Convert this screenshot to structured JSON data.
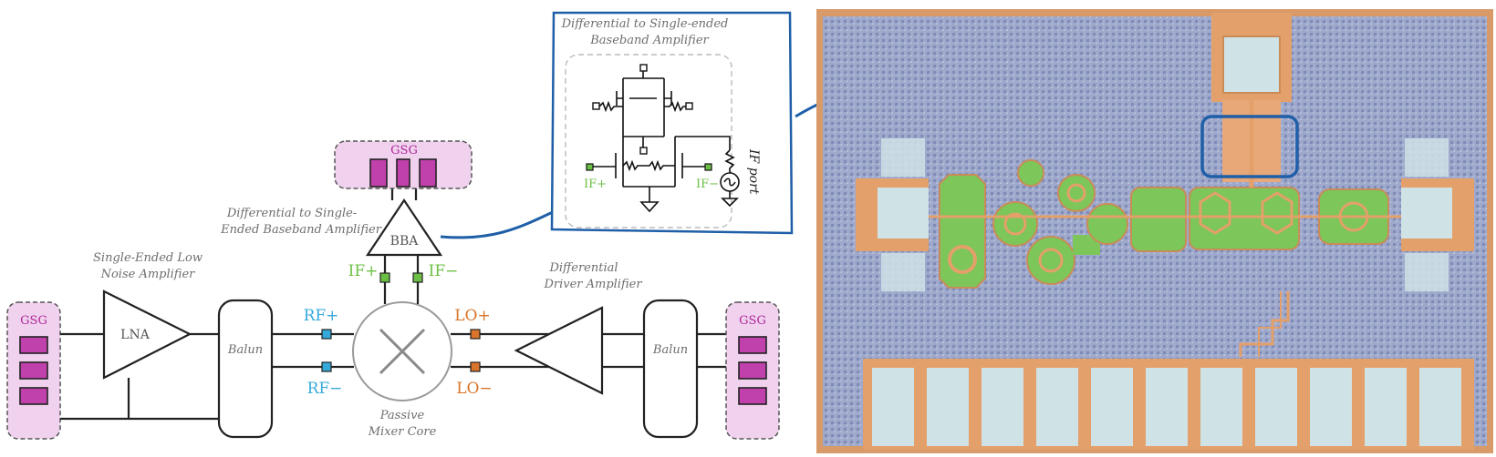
{
  "labels": {
    "gsg": "GSG",
    "lna": "LNA",
    "balun": "Balun",
    "bba": "BBA",
    "rf_plus": "RF+",
    "rf_minus": "RF−",
    "lo_plus": "LO+",
    "lo_minus": "LO−",
    "if_plus": "IF+",
    "if_minus": "IF−",
    "lna_note_1": "Single-Ended Low",
    "lna_note_2": "Noise Amplifier",
    "bba_note_1": "Differential to Single-",
    "bba_note_2": "Ended Baseband Amplifier",
    "mixer_note_1": "Passive",
    "mixer_note_2": "Mixer Core",
    "driver_note_1": "Differential",
    "driver_note_2": "Driver Amplifier",
    "inset_title_1": "Differential to Single-ended",
    "inset_title_2": "Baseband Amplifier",
    "if_port": "IF port"
  },
  "colors": {
    "rf": "#34a9d9",
    "lo": "#d9742a",
    "if": "#6cbf45",
    "gsg_fill": "#f0d2ee",
    "gsg_pad": "#c040ac",
    "callout": "#1f5fa8",
    "die_bg": "#9aa5c8",
    "die_metal": "#e4a06a",
    "die_green": "#7cc65a"
  }
}
